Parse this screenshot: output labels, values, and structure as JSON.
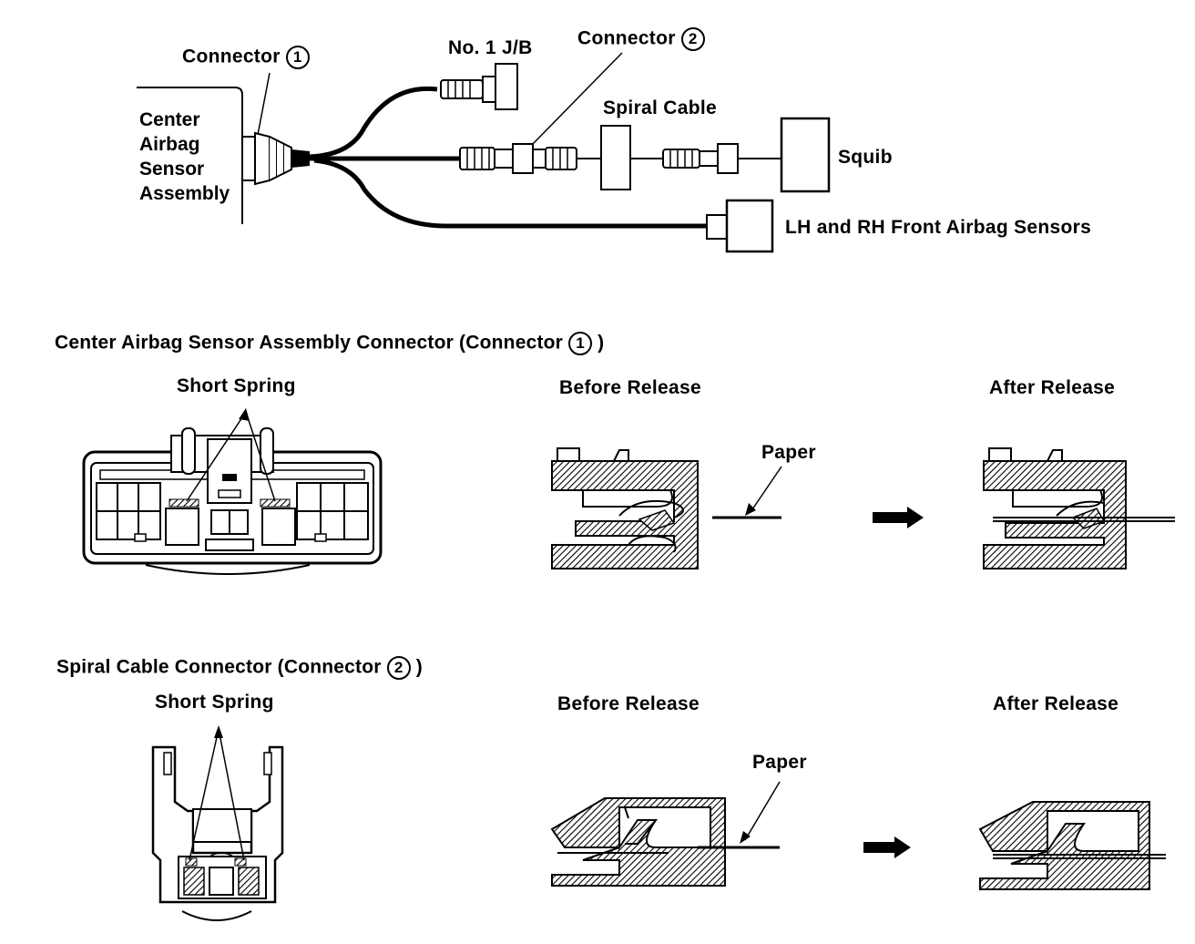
{
  "top_diagram": {
    "center_box": {
      "lines": [
        "Center",
        "Airbag",
        "Sensor",
        "Assembly"
      ]
    },
    "connector1": {
      "label": "Connector",
      "number": "1"
    },
    "jb": {
      "label": "No. 1 J/B"
    },
    "connector2": {
      "label": "Connector",
      "number": "2"
    },
    "spiral_cable": {
      "label": "Spiral Cable"
    },
    "squib": {
      "label": "Squib"
    },
    "front_sensors": {
      "label": "LH and RH Front Airbag Sensors"
    }
  },
  "section1": {
    "title": "Center Airbag Sensor Assembly Connector (Connector",
    "title_number": "1",
    "title_close": ")",
    "short_spring": "Short Spring",
    "before": "Before Release",
    "after": "After Release",
    "paper": "Paper"
  },
  "section2": {
    "title": "Spiral Cable Connector (Connector",
    "title_number": "2",
    "title_close": ")",
    "short_spring": "Short Spring",
    "before": "Before Release",
    "after": "After Release",
    "paper": "Paper"
  }
}
